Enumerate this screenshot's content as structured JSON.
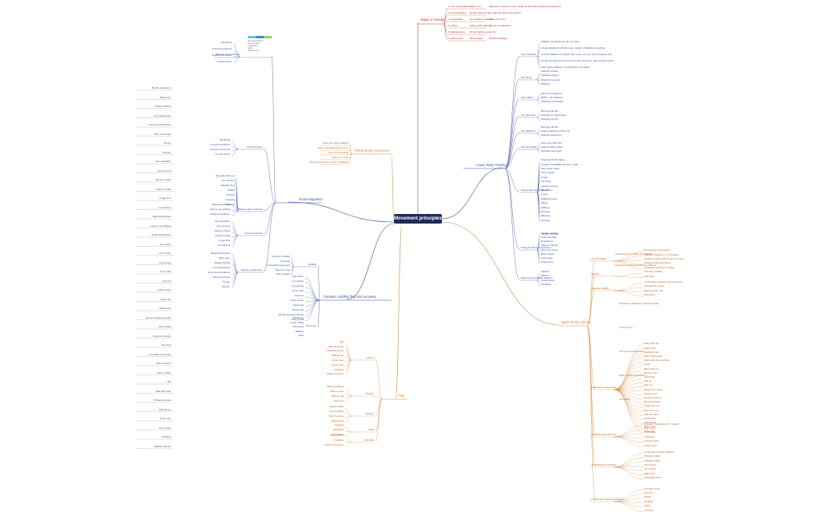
{
  "root": "Movement principles",
  "colors": {
    "root_bg": "#1e2a5a",
    "blue": "#3c4f9a",
    "orange": "#d9883a",
    "red": "#c0392b",
    "gray": "#8a8a8a"
  },
  "branches": {
    "stage": "Stage of change",
    "whole": "Whole body movement",
    "lower": "Lower body Training",
    "fluid": "Fluid integration",
    "dynamic": "Dynamic mobility fluid and recovery",
    "upper": "Upper Body training",
    "play": "Play"
  },
  "stage_items": [
    [
      "1. Pre-contemplation",
      "Aware not",
      "Making an unknown, then modify a new offering solutions statement"
    ],
    [
      "2. Contemplation",
      "Doubt ready yet be",
      "re: hear the ideal of ill it pull fit"
    ],
    [
      "3. Preparation",
      "Get started to define",
      "Make them true"
    ],
    [
      "4. Action",
      "walk in with heart fit",
      "Source of realization"
    ],
    [
      "5. Maintenance",
      "Fit the habit long term fit",
      ""
    ],
    [
      "6. Recurrence",
      "Mini-relapse",
      "Mindful recharge"
    ]
  ],
  "whole_items": [
    "Move and each analysis",
    "Move it Rotating point in line",
    "Move it Preventing",
    "Move it in sync",
    "Move it in the one in each in balance"
  ],
  "lower": {
    "key_principles": "Key Principles",
    "kp_items": [
      "Stability and alignment the core first",
      "Create balanced left/right loop, rotation, breathing & tracking",
      "Connect balance of weight, hips, knee, toe over time measurement",
      "Create strength and endurance for the Genesys, general fluid motion",
      "Train agility, balance, co-ordination and power"
    ],
    "hip_hinge": "Hip Hinge",
    "hh_items": [
      "Standing squats",
      "Standing stepper",
      "Standing hop-ping",
      "Bridging"
    ],
    "hip_rotation": "Hip rotation",
    "hr_items": [
      "Dance hip rotations",
      "90/90 + hip rotations",
      "Standing hip Rotation"
    ],
    "hip_extension": "Hip extension",
    "he_items": [
      "Bird-dog hip lifts",
      "Standing on hamstrings",
      "Standing hip lifts"
    ],
    "hip_adduction": "Hip adduction",
    "ha_items": [
      "Bird-dog hip lifts",
      "Seated adduction with ring",
      "Standing adduction"
    ],
    "foot_and_ankle": "Foot and ankle",
    "fa_items": [
      "Short sole arch drill",
      "Seated ankle circles",
      "Standing heel raise"
    ],
    "functional": "Functional lower body pattern",
    "fn_items": [
      "Hinging with full range",
      "Lunges forward/Bar across in walk",
      "Side squat/ pulse",
      "Carry squats",
      "Lunge",
      "Hip hinge",
      "Lateral step ups",
      "Weight",
      "Lunge",
      "Walking in legs",
      "Sitting",
      "Walking",
      "Running",
      "Skipping",
      "Jumping"
    ],
    "fn_extra": "Fluidity practice",
    "strength": "Strength training progression",
    "st_items": [
      "Fluidity variables",
      "Load variability",
      "Repetitions",
      "Speed & Tempo",
      "Exercise variety",
      "Body-weight",
      "Light loads",
      "Progression"
    ],
    "recovery": "Recovery and Moves Balance",
    "rc_items": [
      "Mobility",
      "Balance",
      "Coordination",
      "Flexibility"
    ]
  },
  "upper": {
    "key_principles": "Key Principles",
    "kp_sub": [
      "Activating and mobility and stability",
      "Training functional movement patterns"
    ],
    "kp_items": [
      "Do scapular movements",
      "Scapular stability & co-ordination",
      "Gradual mobility with dynamic control",
      "Pulling & lifting and lifting",
      "Integrating pushing & pulling"
    ],
    "mobility": "Mobility",
    "mb_items": [
      "Shoulder mobility",
      "Wall slide"
    ],
    "scapular": "Scapular stability",
    "sc_items": [
      "Y-T-W scap together and squeezing",
      "Scapula face down",
      "Scapula push ups",
      "Retraction"
    ],
    "push_pull": "Training for upper body",
    "pp_cat": [
      "Shoulder & Scapular muscular power",
      "Chest & Arm",
      "Pull ups & progressions",
      "Back muscle progression",
      "Grip work"
    ],
    "pp_items": [
      "Wall push ups",
      "Plank push",
      "Modified push",
      "Plank with leg lift",
      "Plank with arm reaching",
      "Rows",
      "Band push up",
      "Bench press",
      "Floor dips",
      "Pull up",
      "Chin up",
      "Flexed arm hang",
      "Inverted row",
      "Negative pull up",
      "Band pull apart",
      "Single arm row",
      "Bent over row",
      "Farmers carry",
      "Dead hang",
      "Towel hang",
      "Plate pinch",
      "Plate grip"
    ],
    "playful": "Including fluid elements",
    "pf_items": [
      "Shoulder rotation and T-Y crawls",
      "Bear crawl",
      "Crab crawl",
      "Inchworm",
      "Animal crawls",
      "Lizard crawl"
    ],
    "control": "Controlling the shoulder",
    "ct_items": [
      "Controlled articular rotations",
      "Shoulder CARs",
      "Scapular CARs",
      "Joint circles",
      "Arm circles",
      "Wall circle",
      "Overhead reach"
    ],
    "func": "Functional movement patterns",
    "fp_items": [
      "Shoulder press",
      "Pushing",
      "Pulling",
      "Rotating",
      "Lifting",
      "Carrying"
    ]
  },
  "fluid": {
    "key": "Key Principles",
    "kp_items": [
      "Breathing",
      "Smooth transitions",
      "Linked movements",
      "Control & flow"
    ],
    "balance": "Balance and centering",
    "bl_items": [
      "Standing balance",
      "Heel to toe walking",
      "Single leg balance"
    ],
    "flow": "Flow sequences",
    "fl_items": [
      "Sun salutation",
      "Cat cow flow",
      "Squat to stand",
      "Crawl to squat",
      "Lunge flow",
      "Animal flow"
    ],
    "extra": [
      "Dynamic warm up",
      "Ground flow",
      "Standing flow",
      "Rolling",
      "Twisting",
      "Swaying",
      "Spiraling"
    ],
    "sensory": "Sensory awareness",
    "sn_items": [
      "Breath awareness",
      "Body scan",
      "Weight shifting",
      "Foot awareness",
      "Eyes closed balance",
      "Slow movement",
      "Tempo",
      "Rhythm"
    ]
  },
  "dynamic": {
    "mobility": "Mobility",
    "mb_items": [
      "Dynamic mobility",
      "Joint flow",
      "Controlled movement",
      "Warm-up flow",
      "Daily mobility"
    ],
    "drills": [
      "Hip circles",
      "Arm circles",
      "Leg swings",
      "Torso twist",
      "Cat cow",
      "Ankle circles",
      "Neck rolls",
      "Spinal rolls",
      "World's greatest stretch",
      "Deep squat"
    ],
    "recovery": "Recovery",
    "rc_items": [
      "Breathing",
      "Foam rolling",
      "Stretching",
      "Walking",
      "Rest"
    ]
  },
  "play": {
    "games": "Games",
    "gm_items": [
      "Tag",
      "Hide and seek",
      "Obstacle course",
      "Ball games",
      "Jump rope",
      "Hop scotch",
      "Climbing",
      "Balance games"
    ],
    "partner": "Partner",
    "pt_items": [
      "Partner balance",
      "Partner push",
      "Partner pull",
      "Mirroring"
    ],
    "outdoor": "Outdoor",
    "od_items": [
      "Nature walks",
      "Tree climbing",
      "Rock hopping",
      "Playground"
    ],
    "skills": "Skills",
    "sk_items": [
      "Juggling",
      "Cartwheel",
      "Handstand"
    ],
    "benefits": "Benefits",
    "bn_items": [
      "Fun exercise",
      "Creativity",
      "Social connection"
    ]
  },
  "inset_labels": [
    "Pre-contemplation",
    "Contemplation",
    "Preparation",
    "Action",
    "Maintenance"
  ]
}
